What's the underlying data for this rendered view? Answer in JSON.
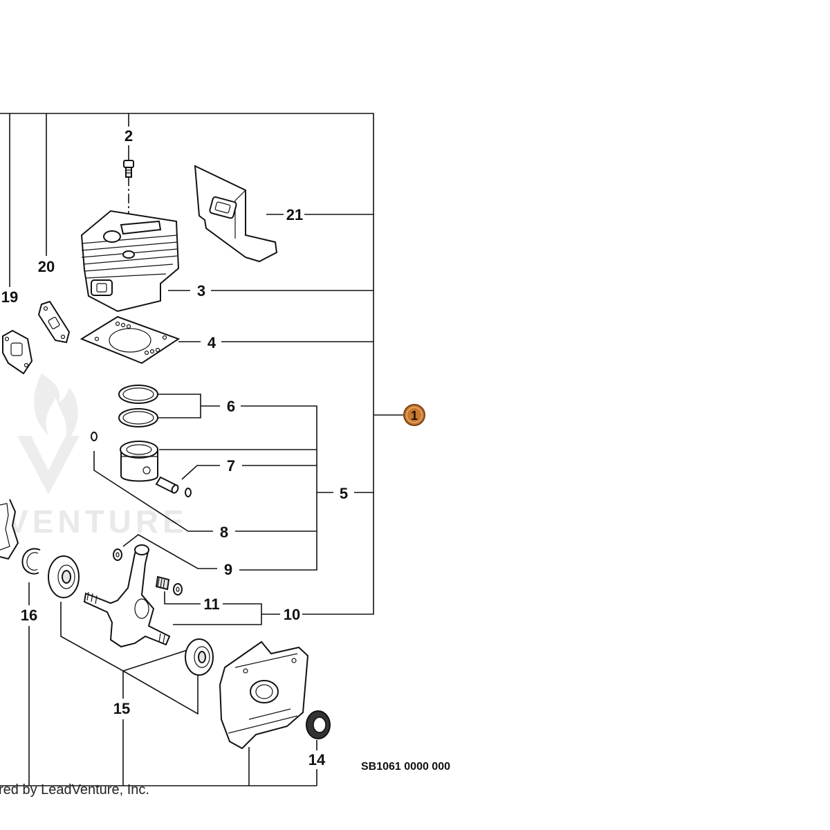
{
  "diagram": {
    "callouts": {
      "c1": "1",
      "c2": "2",
      "c3": "3",
      "c4": "4",
      "c5": "5",
      "c6": "6",
      "c7": "7",
      "c8": "8",
      "c9": "9",
      "c10": "10",
      "c11": "11",
      "c14": "14",
      "c15": "15",
      "c16": "16",
      "c19": "19",
      "c20": "20",
      "c21": "21"
    },
    "drawing_code": "SB1061 0000 000",
    "credit": "red by LeadVenture, Inc.",
    "watermark": "VENTURE",
    "highlight_color": "#c8782f",
    "line_color": "#111111"
  }
}
